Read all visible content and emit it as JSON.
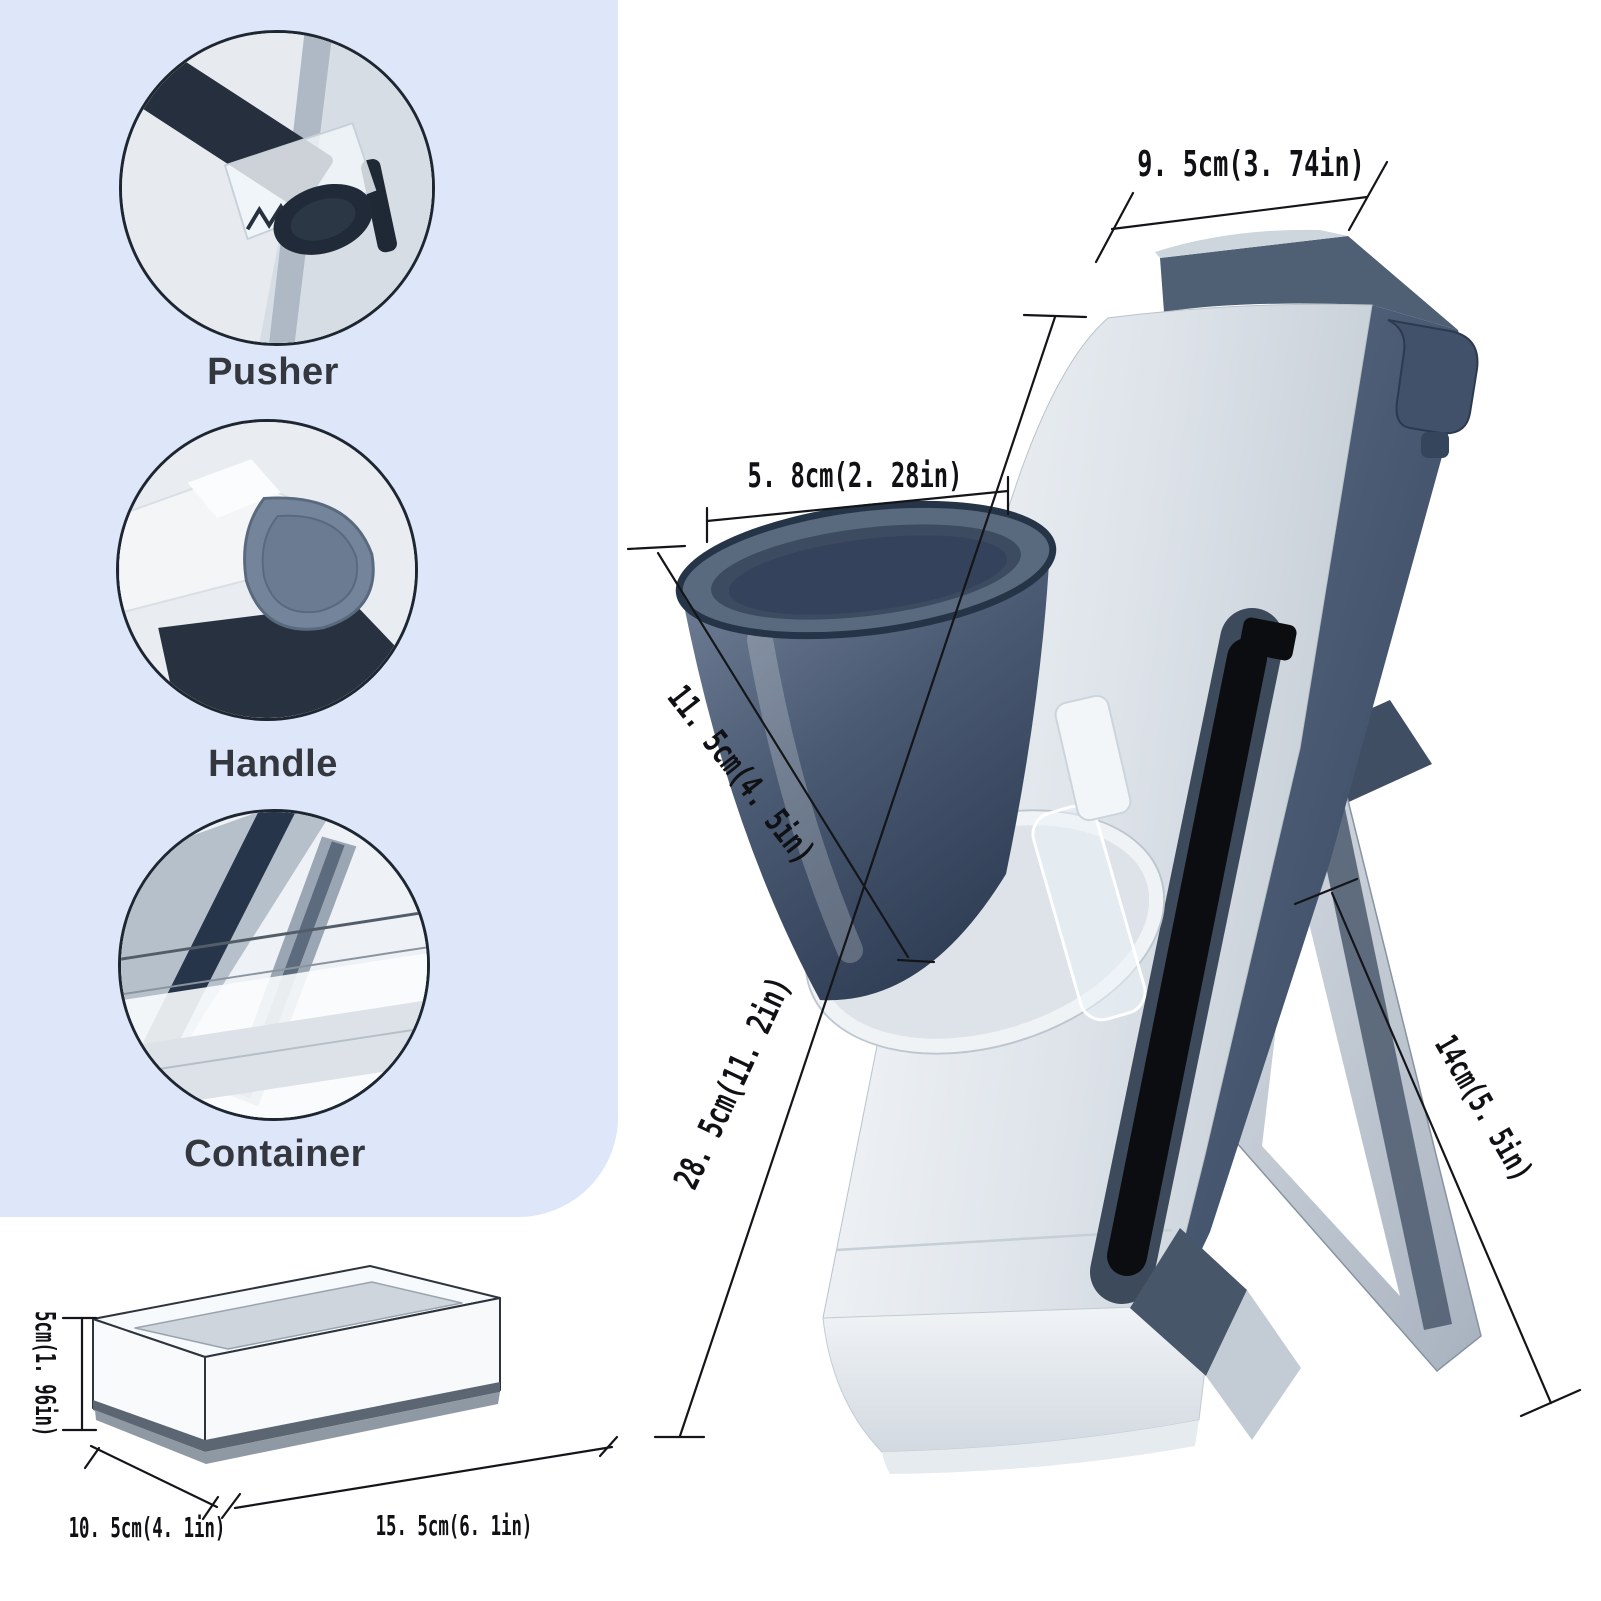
{
  "panel": {
    "items": [
      {
        "label": "Pusher"
      },
      {
        "label": "Handle"
      },
      {
        "label": "Container"
      }
    ]
  },
  "product_dims": {
    "top_width": "9. 5cm(3. 74in)",
    "hopper_width": "5. 8cm(2. 28in)",
    "hopper_length": "11. 5cm(4. 5in)",
    "body_height": "28. 5cm(11. 2in)",
    "stand_height": "14cm(5. 5in)"
  },
  "container_dims": {
    "height": "5cm(1. 96in)",
    "depth": "10. 5cm(4. 1in)",
    "length": "15. 5cm(6. 1in)"
  },
  "colors": {
    "panel_bg": "#dde7f9",
    "dimension_line": "#141519",
    "slate": "#42526a",
    "label_text": "#34383e"
  }
}
